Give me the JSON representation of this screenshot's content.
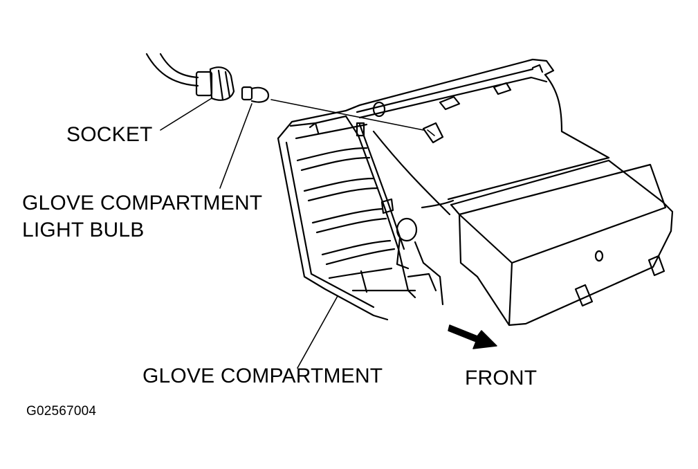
{
  "labels": {
    "socket": "SOCKET",
    "bulb_line1": "GLOVE COMPARTMENT",
    "bulb_line2": "LIGHT BULB",
    "glove_compartment": "GLOVE COMPARTMENT",
    "front": "FRONT",
    "figure_id": "G02567004"
  },
  "colors": {
    "ink": "#000000",
    "background": "#ffffff"
  }
}
